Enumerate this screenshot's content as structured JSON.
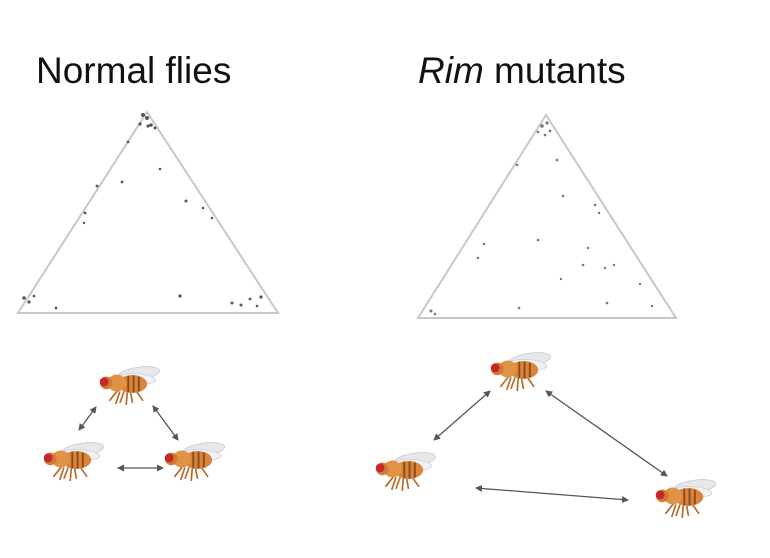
{
  "panels": [
    {
      "title": "Normal flies",
      "title_italic": "",
      "title_rest": ""
    },
    {
      "title": "",
      "title_italic": "Rim",
      "title_rest": " mutants"
    }
  ],
  "colors": {
    "triangle_stroke": "#c8c8c8",
    "dot": "#555555",
    "arrow": "#555555",
    "fly_body": "#d9843b",
    "fly_stripe": "#8a4a1a",
    "fly_eye": "#c62828",
    "fly_wing": "#e8e8ec"
  },
  "icons": [
    "fly-icon",
    "double-arrow-icon"
  ]
}
